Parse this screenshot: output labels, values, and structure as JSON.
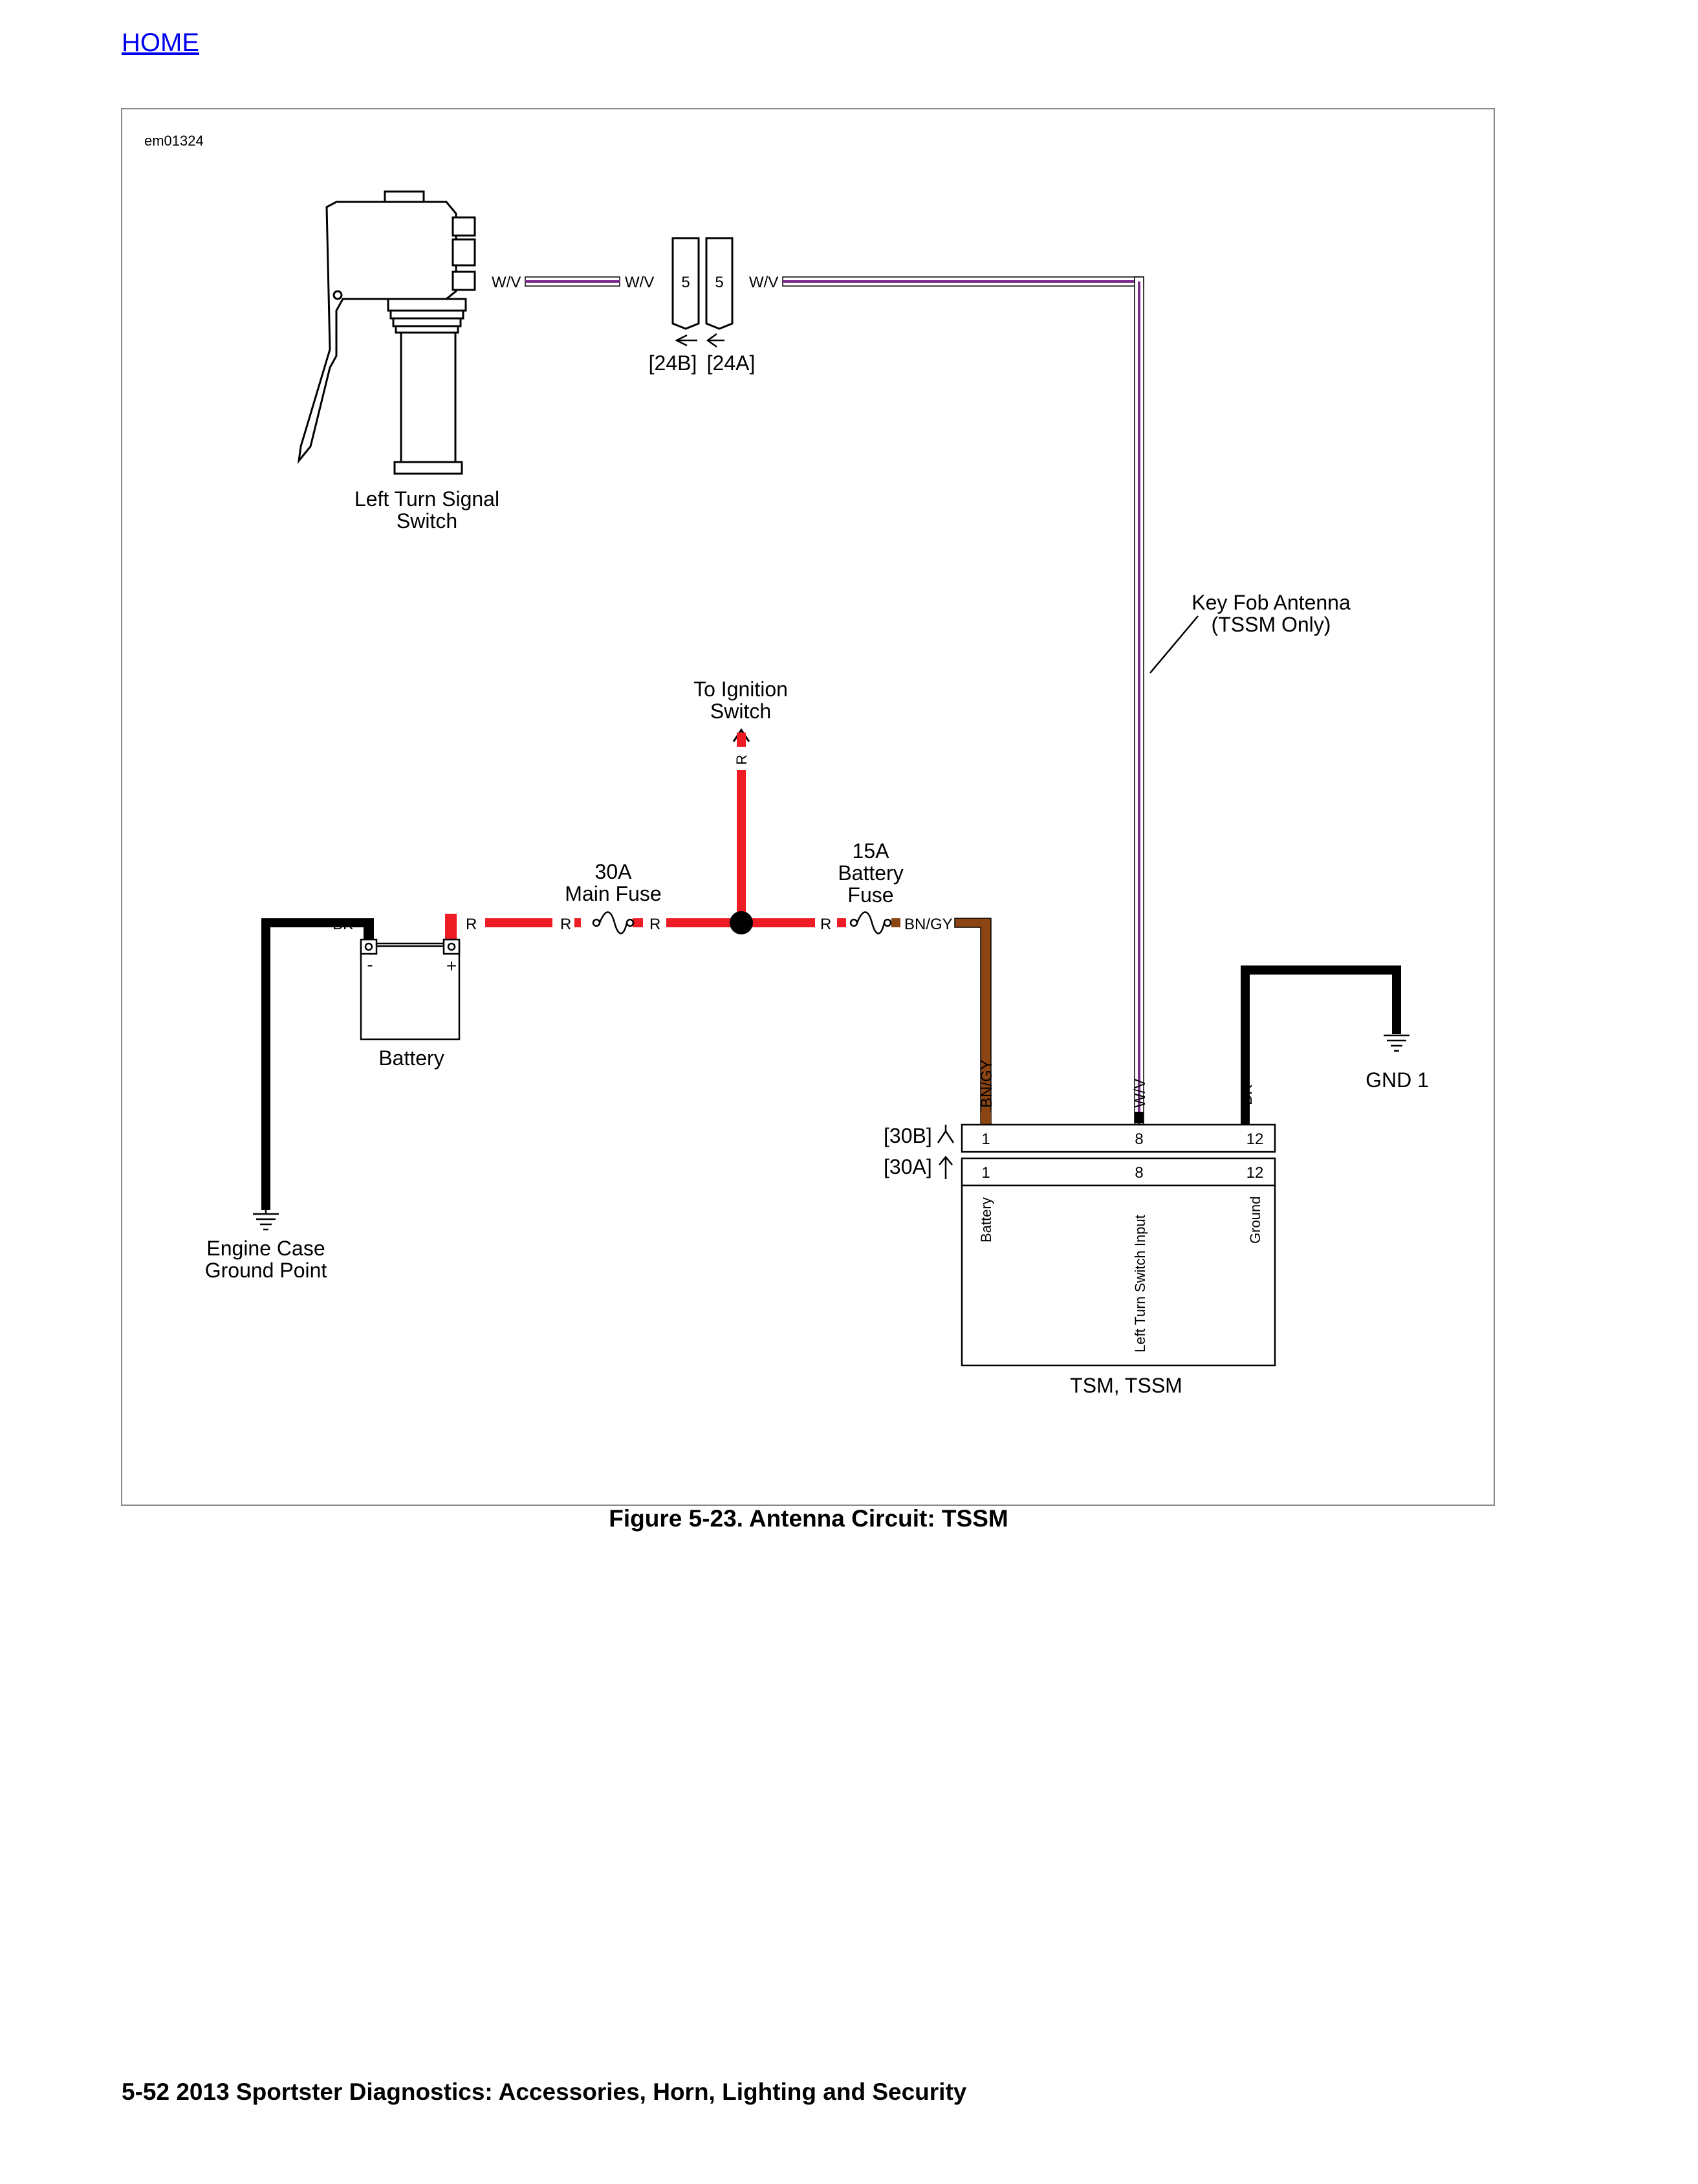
{
  "nav": {
    "home_label": "HOME"
  },
  "diagram": {
    "figure_id": "em01324",
    "components": {
      "left_turn_signal_switch": [
        "Left Turn Signal",
        "Switch"
      ],
      "battery": "Battery",
      "battery_neg": "-",
      "battery_pos": "+",
      "main_fuse": [
        "30A",
        "Main Fuse"
      ],
      "battery_fuse": [
        "15A",
        "Battery",
        "Fuse"
      ],
      "to_ignition": [
        "To Ignition",
        "Switch"
      ],
      "key_fob_antenna": [
        "Key Fob Antenna",
        "(TSSM Only)"
      ],
      "gnd1": "GND 1",
      "engine_case_ground": [
        "Engine Case",
        "Ground Point"
      ],
      "tsm_tssm": "TSM, TSSM"
    },
    "connectors": {
      "c24b": "[24B]",
      "c24a": "[24A]",
      "c30b": "[30B]",
      "c30a": "[30A]",
      "pin_24": "5"
    },
    "wire_labels": {
      "wv": "W/V",
      "r": "R",
      "bk": "BK",
      "bngy": "BN/GY"
    },
    "tsm_pins": [
      {
        "num": "1",
        "function": "Battery",
        "wire": "BN/GY"
      },
      {
        "num": "8",
        "function": "Left Turn Switch Input",
        "wire": "W/V"
      },
      {
        "num": "12",
        "function": "Ground",
        "wire": "BK"
      }
    ],
    "colors": {
      "red_wire": "#ee1c24",
      "black_wire": "#000000",
      "brown_wire": "#8b4513",
      "violet_stripe": "#7b2d8e"
    }
  },
  "caption": "Figure 5-23. Antenna Circuit: TSSM",
  "footer": "5-52  2013 Sportster Diagnostics:  Accessories, Horn, Lighting and Security"
}
